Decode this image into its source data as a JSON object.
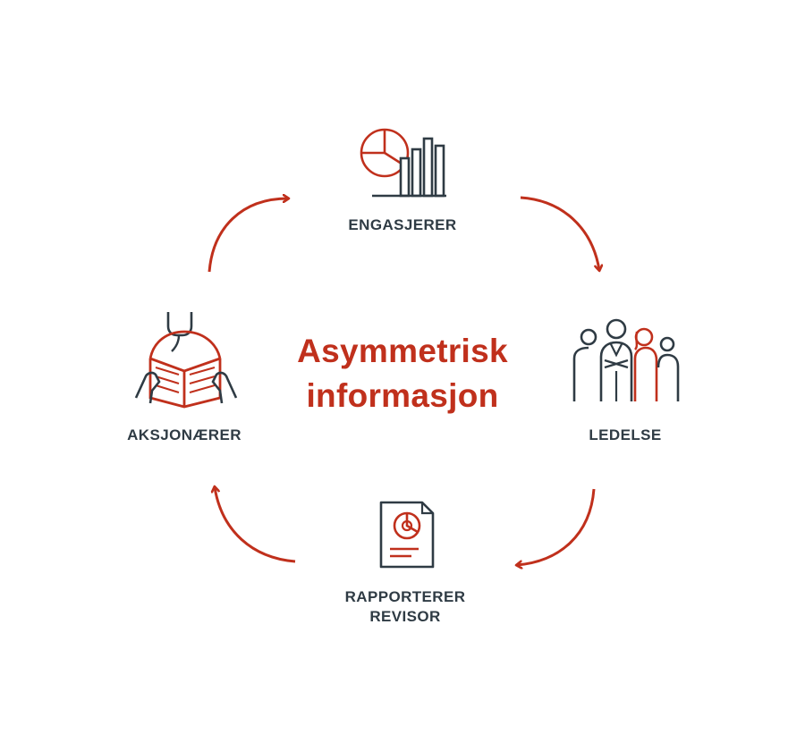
{
  "title": {
    "line1": "Asymmetrisk",
    "line2": "informasjon"
  },
  "nodes": {
    "top": {
      "label": "ENGASJERER",
      "icon": "chart-icon"
    },
    "right": {
      "label": "LEDELSE",
      "icon": "management-group-icon"
    },
    "bottom": {
      "line1": "RAPPORTERER",
      "line2": "REVISOR",
      "icon": "report-document-icon"
    },
    "left": {
      "label": "AKSJONÆRER",
      "icon": "shareholders-icon"
    }
  },
  "colors": {
    "accent": "#c0301c",
    "text": "#2f3b44",
    "icon_dark": "#2f3b44"
  }
}
